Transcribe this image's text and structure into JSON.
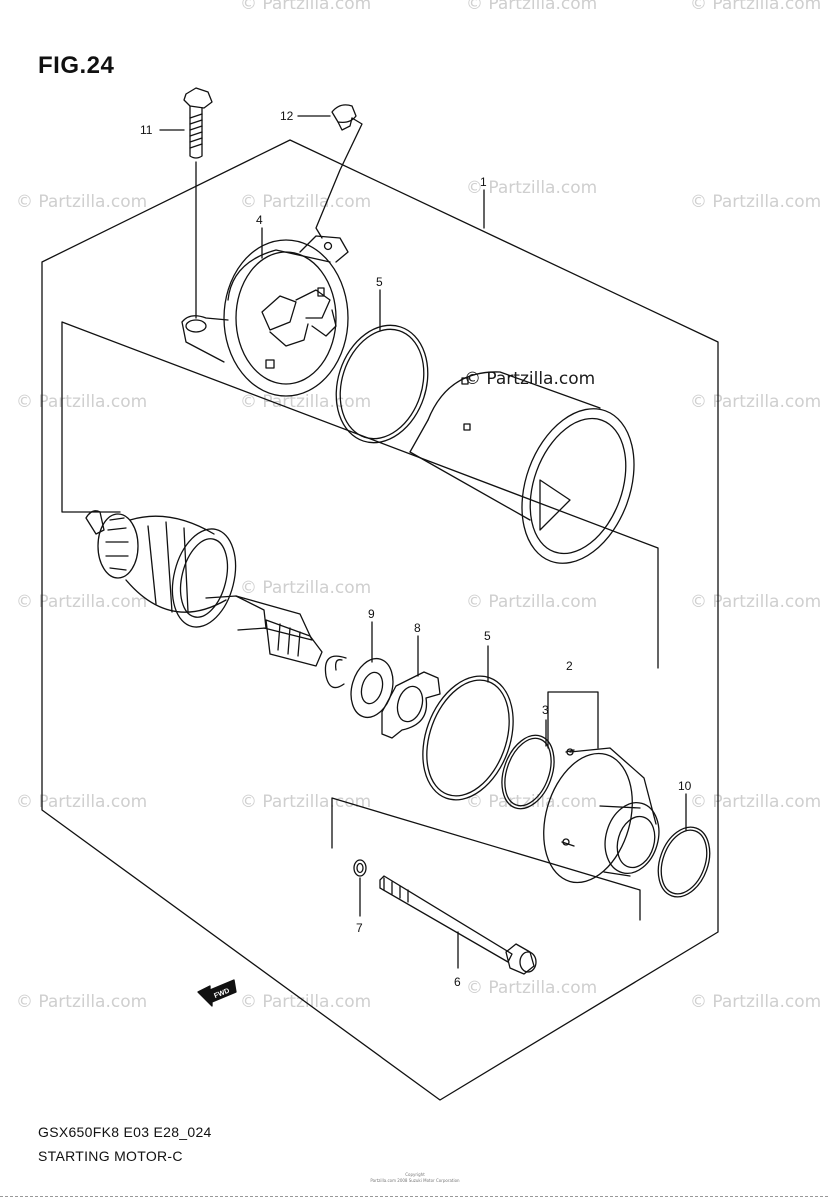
{
  "figure": {
    "title": "FIG.24",
    "model_code": "GSX650FK8 E03 E28_024",
    "section_name": "STARTING MOTOR-C",
    "fine_print_1": "Copyright",
    "fine_print_2": "Partzilla.com 2008 Suzuki Motor Corporation"
  },
  "watermark": {
    "text": "© Partzilla.com"
  },
  "callouts": [
    {
      "id": "callout-1",
      "label": "1"
    },
    {
      "id": "callout-2",
      "label": "2"
    },
    {
      "id": "callout-3",
      "label": "3"
    },
    {
      "id": "callout-4",
      "label": "4"
    },
    {
      "id": "callout-5-top",
      "label": "5"
    },
    {
      "id": "callout-5-bottom",
      "label": "5"
    },
    {
      "id": "callout-6",
      "label": "6"
    },
    {
      "id": "callout-7",
      "label": "7"
    },
    {
      "id": "callout-8",
      "label": "8"
    },
    {
      "id": "callout-9",
      "label": "9"
    },
    {
      "id": "callout-10",
      "label": "10"
    },
    {
      "id": "callout-11",
      "label": "11"
    },
    {
      "id": "callout-12",
      "label": "12"
    }
  ],
  "fwd_arrow": {
    "label": "FWD"
  },
  "colors": {
    "line": "#111111",
    "watermark": "#cfcfcf",
    "background": "#ffffff"
  }
}
